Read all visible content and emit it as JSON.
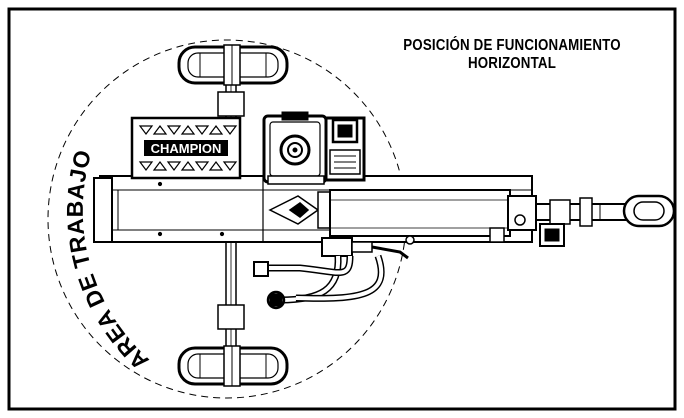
{
  "title": {
    "line1": "POSICIÓN DE FUNCIONAMIENTO",
    "line2": "HORIZONTAL"
  },
  "work_area_label": "AREA DE TRABAJO",
  "brand_label": "CHAMPION",
  "colors": {
    "ink": "#000000",
    "paper": "#ffffff"
  }
}
